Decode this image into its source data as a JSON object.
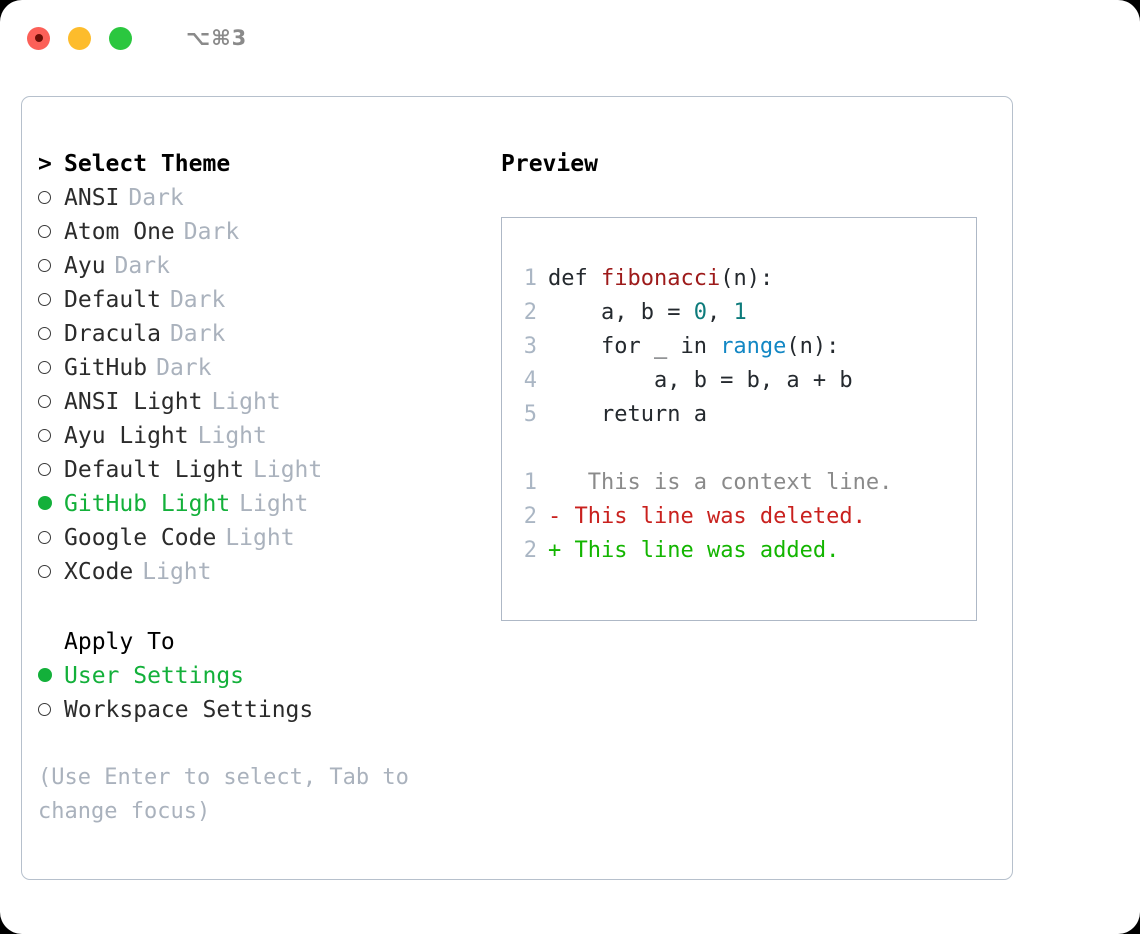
{
  "titlebar": {
    "shortcut": "⌥⌘3",
    "lights": [
      {
        "name": "close",
        "color": "#fc6058"
      },
      {
        "name": "minimize",
        "color": "#fdbc2c"
      },
      {
        "name": "maximize",
        "color": "#2bc73f"
      }
    ]
  },
  "theme_picker": {
    "heading": "Select Theme",
    "focus_marker": ">",
    "bullet_unselected": "○",
    "bullet_selected": "●",
    "items": [
      {
        "label": "ANSI",
        "tag": "Dark",
        "selected": false
      },
      {
        "label": "Atom One",
        "tag": "Dark",
        "selected": false
      },
      {
        "label": "Ayu",
        "tag": "Dark",
        "selected": false
      },
      {
        "label": "Default",
        "tag": "Dark",
        "selected": false
      },
      {
        "label": "Dracula",
        "tag": "Dark",
        "selected": false
      },
      {
        "label": "GitHub",
        "tag": "Dark",
        "selected": false
      },
      {
        "label": "ANSI Light",
        "tag": "Light",
        "selected": false
      },
      {
        "label": "Ayu Light",
        "tag": "Light",
        "selected": false
      },
      {
        "label": "Default Light",
        "tag": "Light",
        "selected": false
      },
      {
        "label": "GitHub Light",
        "tag": "Light",
        "selected": true
      },
      {
        "label": "Google Code",
        "tag": "Light",
        "selected": false
      },
      {
        "label": "XCode",
        "tag": "Light",
        "selected": false
      }
    ]
  },
  "apply_to": {
    "heading": "Apply To",
    "items": [
      {
        "label": "User Settings",
        "selected": true
      },
      {
        "label": "Workspace Settings",
        "selected": false
      }
    ]
  },
  "hint": "(Use Enter to select, Tab to change focus)",
  "preview": {
    "title": "Preview",
    "code_lines": [
      {
        "number": "1",
        "segments": [
          {
            "text": "def ",
            "style": "plain"
          },
          {
            "text": "fibonacci",
            "style": "fn"
          },
          {
            "text": "(n):",
            "style": "plain"
          }
        ]
      },
      {
        "number": "2",
        "segments": [
          {
            "text": "    a, b = ",
            "style": "plain"
          },
          {
            "text": "0",
            "style": "num"
          },
          {
            "text": ", ",
            "style": "plain"
          },
          {
            "text": "1",
            "style": "num"
          }
        ]
      },
      {
        "number": "3",
        "segments": [
          {
            "text": "    for _ in ",
            "style": "plain"
          },
          {
            "text": "range",
            "style": "call"
          },
          {
            "text": "(n):",
            "style": "plain"
          }
        ]
      },
      {
        "number": "4",
        "segments": [
          {
            "text": "        a, b = b, a + b",
            "style": "plain"
          }
        ]
      },
      {
        "number": "5",
        "segments": [
          {
            "text": "    return a",
            "style": "plain"
          }
        ]
      }
    ],
    "diff_lines": [
      {
        "number": "1",
        "marker": " ",
        "text": "  This is a context line.",
        "kind": "context"
      },
      {
        "number": "2",
        "marker": "-",
        "text": " This line was deleted.",
        "kind": "deleted"
      },
      {
        "number": "2",
        "marker": "+",
        "text": " This line was added.",
        "kind": "added"
      }
    ]
  },
  "colors": {
    "accent_green": "#13b03a",
    "muted": "#aab2bd",
    "border": "#b6c0cc",
    "diff_deleted": "#c9211e",
    "diff_added": "#13b500",
    "syntax_function": "#9d1a1a",
    "syntax_number": "#0d7b7b",
    "syntax_call": "#1287c4"
  }
}
